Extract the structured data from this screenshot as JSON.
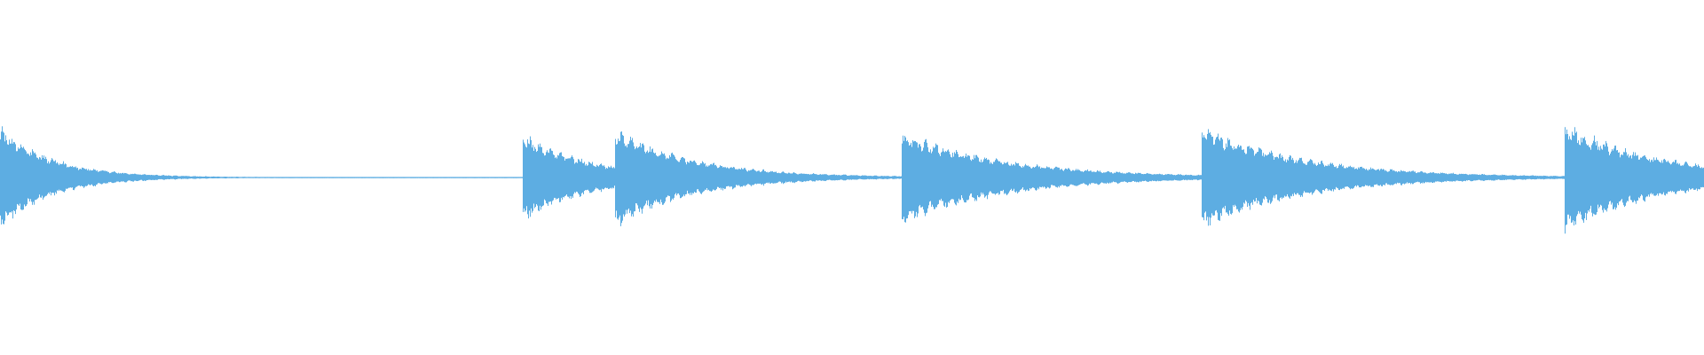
{
  "waveform": {
    "color": "#5dade2",
    "baseline_color": "#5dade2",
    "duration_units": 1,
    "peak_amplitude": 1.0,
    "hits": [
      {
        "start": 0.0,
        "peak": 0.85,
        "decay": 0.03,
        "tail": 0.02
      },
      {
        "start": 0.307,
        "peak": 0.72,
        "decay": 0.04,
        "tail": 0.012
      },
      {
        "start": 0.361,
        "peak": 0.82,
        "decay": 0.045,
        "tail": 0.03
      },
      {
        "start": 0.529,
        "peak": 0.77,
        "decay": 0.06,
        "tail": 0.03
      },
      {
        "start": 0.705,
        "peak": 0.85,
        "decay": 0.06,
        "tail": 0.022
      },
      {
        "start": 0.918,
        "peak": 0.9,
        "decay": 0.055,
        "tail": 0.03
      }
    ]
  }
}
